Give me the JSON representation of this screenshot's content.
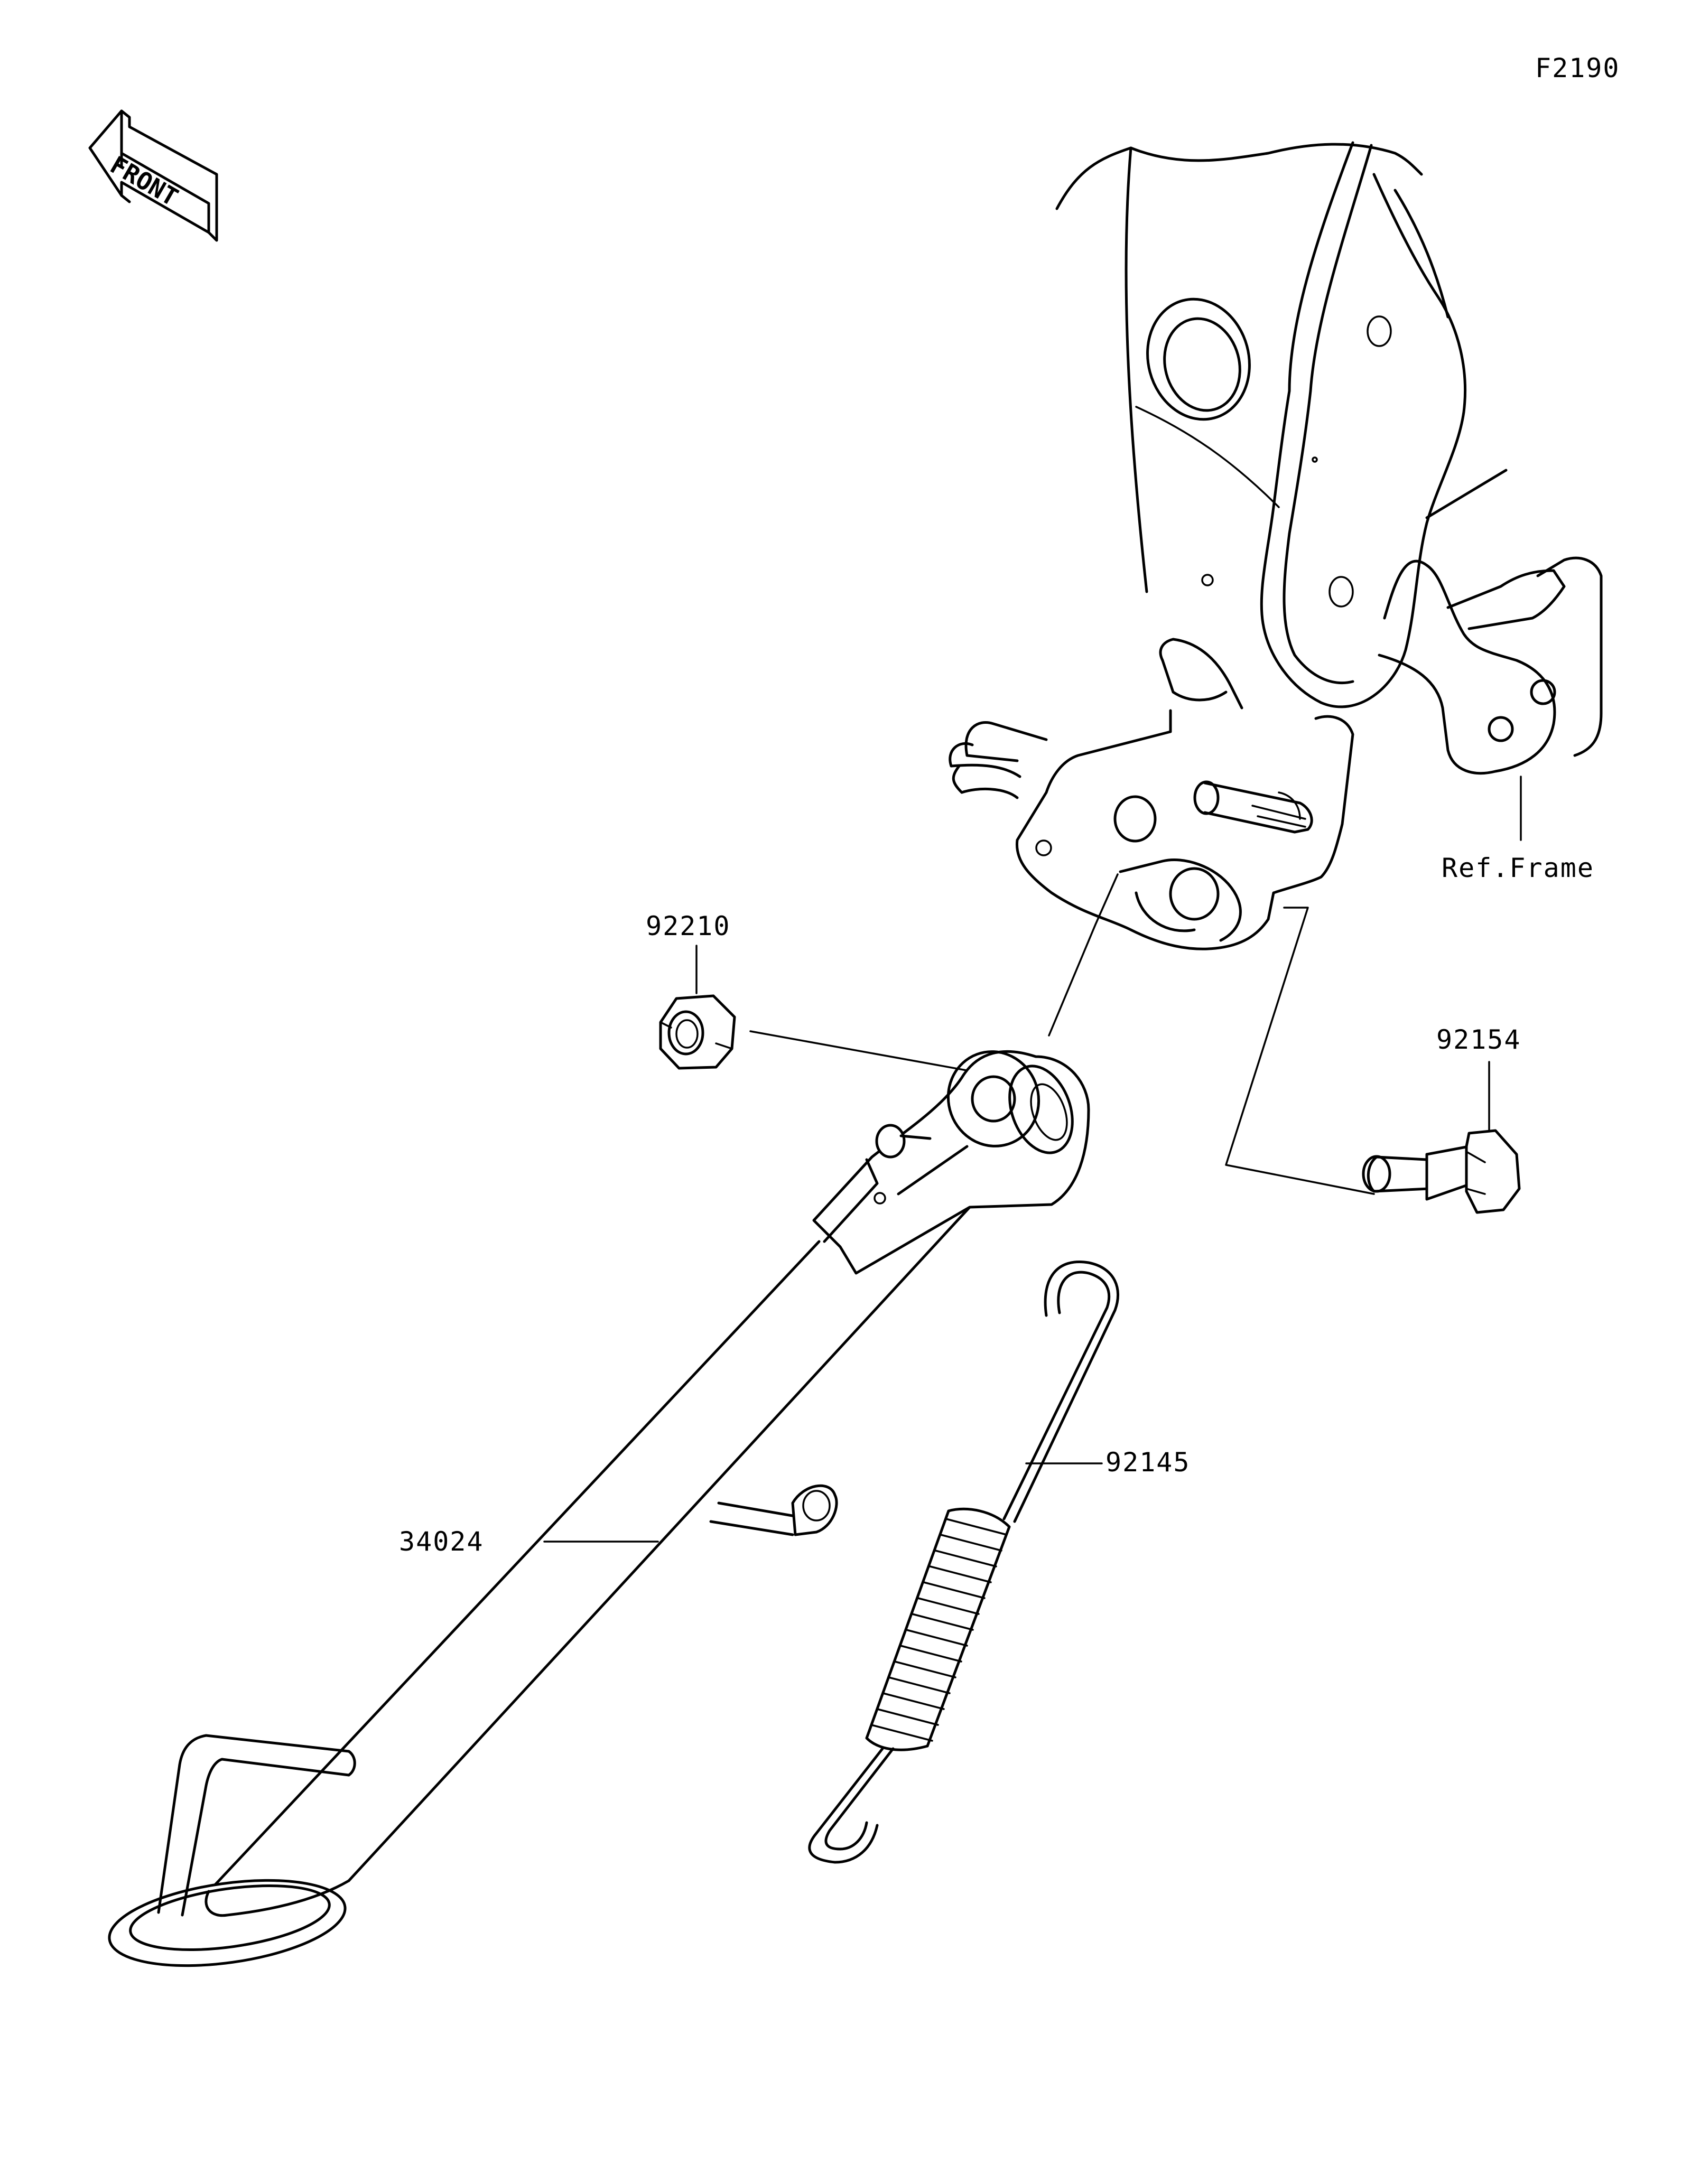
{
  "figure_code": "F2190",
  "front_indicator": "FRONT",
  "labels": {
    "ref_frame": "Ref.Frame",
    "nut": "92210",
    "bolt": "92154",
    "spring": "92145",
    "stand": "34024"
  }
}
